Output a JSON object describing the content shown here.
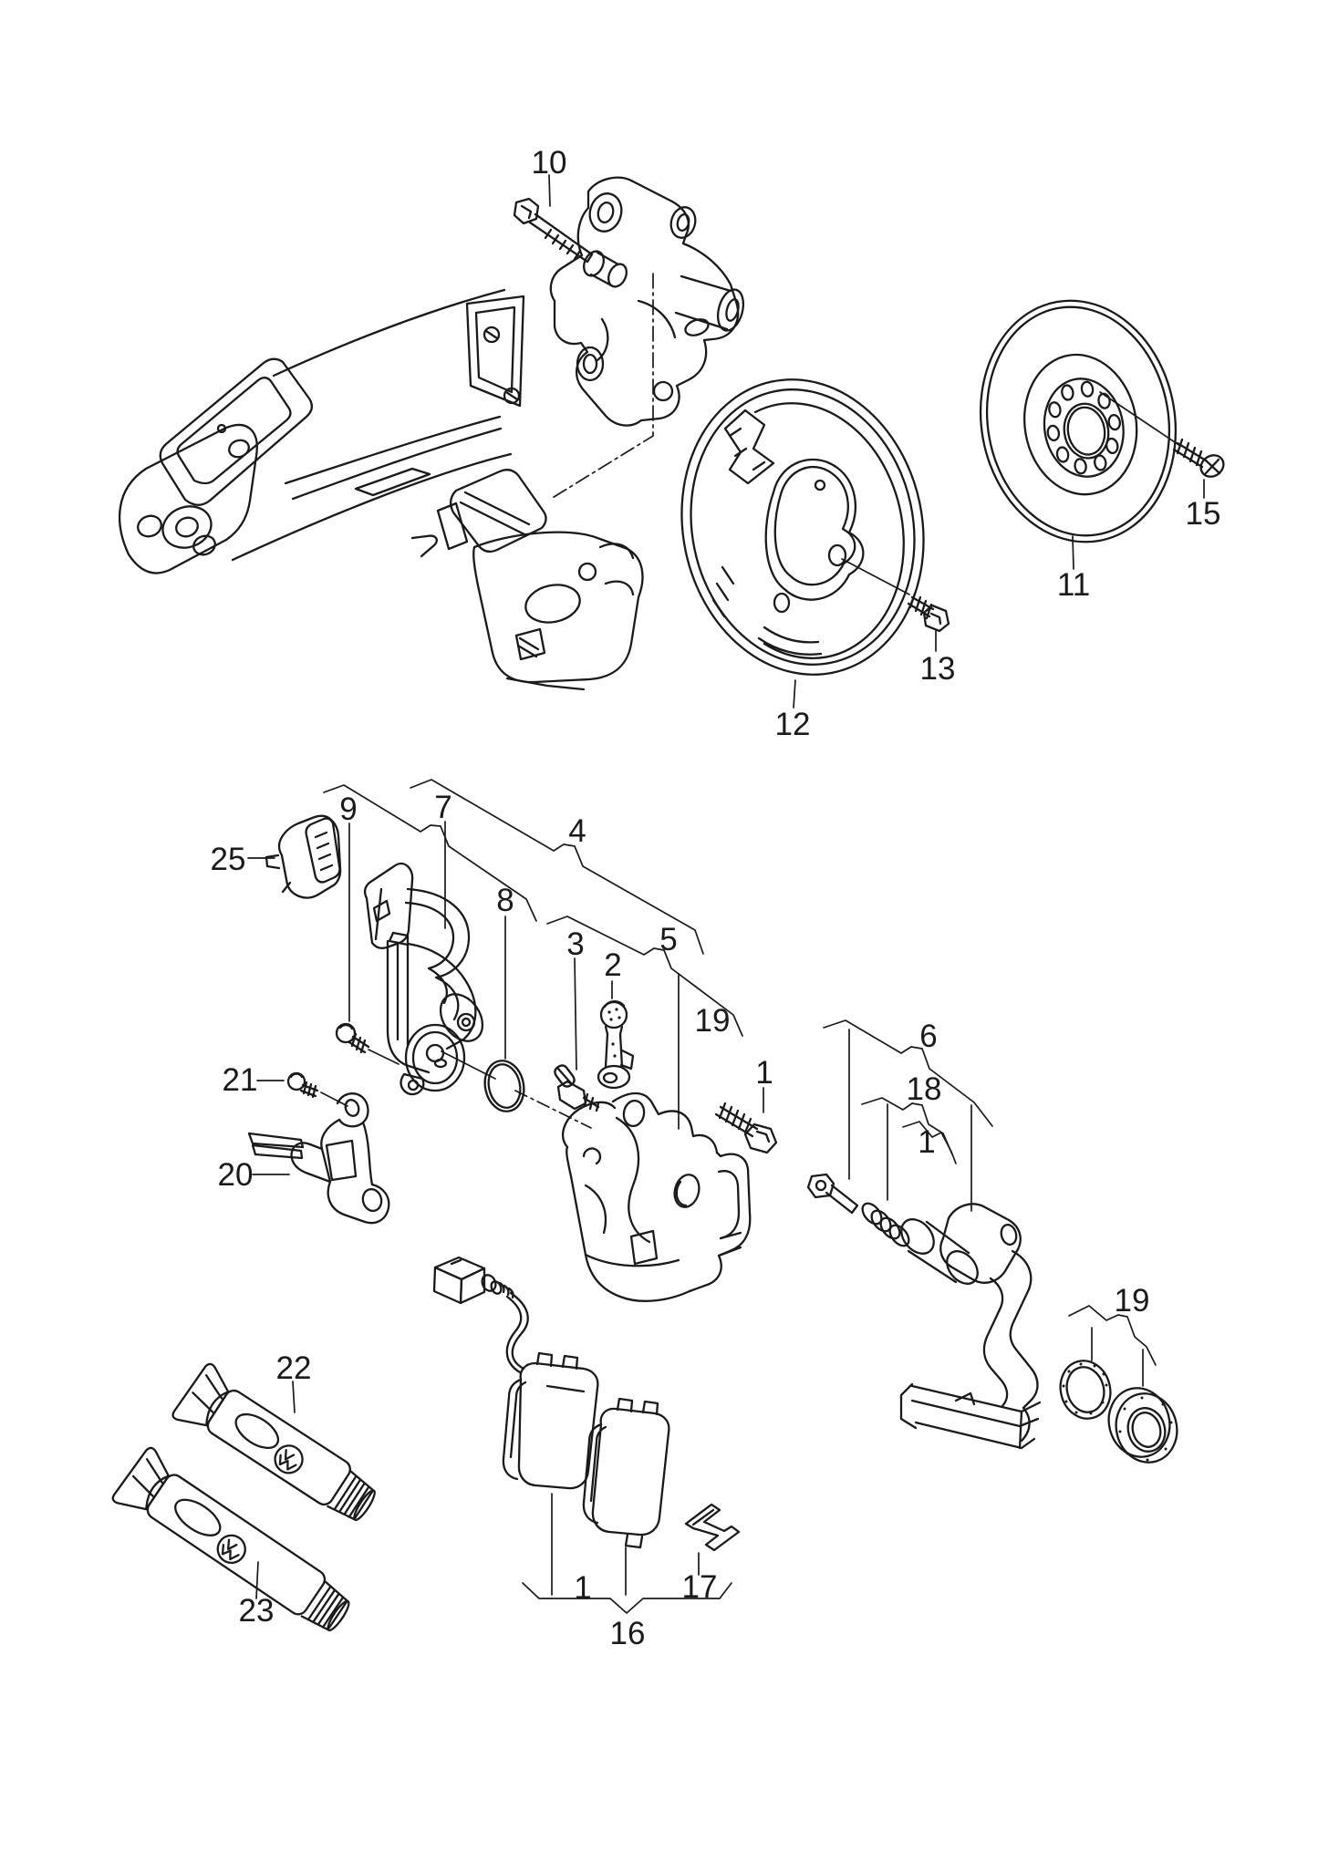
{
  "diagram_type": "exploded-parts-diagram",
  "colors": {
    "line": "#1a1a1a",
    "background": "#ffffff"
  },
  "icons": {
    "vw_logo": "vw-roundel-monogram"
  },
  "callouts": {
    "c1a": "1",
    "c1b": "1",
    "c1c": "1",
    "c2": "2",
    "c3": "3",
    "c4": "4",
    "c5": "5",
    "c6": "6",
    "c7": "7",
    "c8": "8",
    "c9": "9",
    "c10": "10",
    "c11": "11",
    "c12": "12",
    "c13": "13",
    "c15": "15",
    "c16": "16",
    "c17": "17",
    "c18": "18",
    "c19a": "19",
    "c19b": "19",
    "c20": "20",
    "c21": "21",
    "c22": "22",
    "c23": "23",
    "c25": "25"
  }
}
